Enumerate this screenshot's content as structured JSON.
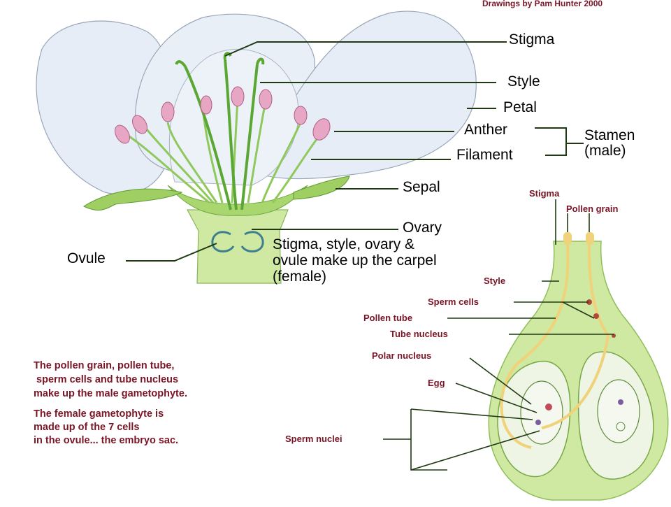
{
  "credit": "Drawings by Pam Hunter 2000",
  "flower_labels": {
    "stigma": "Stigma",
    "style": "Style",
    "petal": "Petal",
    "anther": "Anther",
    "filament": "Filament",
    "stamen_line1": "Stamen",
    "stamen_line2": "(male)",
    "sepal": "Sepal",
    "ovary": "Ovary",
    "ovule": "Ovule",
    "carpel_line1": "Stigma, style, ovary &",
    "carpel_line2": "ovule make up the carpel",
    "carpel_line3": "(female)"
  },
  "pistil_labels": {
    "stigma": "Stigma",
    "pollen_grain": "Pollen grain",
    "style": "Style",
    "sperm_cells": "Sperm cells",
    "pollen_tube": "Pollen tube",
    "tube_nucleus": "Tube nucleus",
    "polar_nucleus": "Polar nucleus",
    "egg": "Egg",
    "sperm_nuclei": "Sperm nuclei"
  },
  "notes": {
    "male_line1": "The pollen grain, pollen tube,",
    "male_line2": " sperm cells and tube nucleus",
    "male_line3": "make up the male gametophyte.",
    "female_line1": "The female gametophyte is",
    "female_line2": "made up of the 7 cells",
    "female_line3": "in the ovule... the embryo sac."
  },
  "colors": {
    "petal": "#e6edf6",
    "plant_green": "#7cc24a",
    "tissue_green": "#cfe8a2",
    "anther_pink": "#e7a7c4",
    "pollen_yellow": "#f0d27a",
    "label_maroon": "#7a1526",
    "leader_line": "#1f3a13"
  }
}
